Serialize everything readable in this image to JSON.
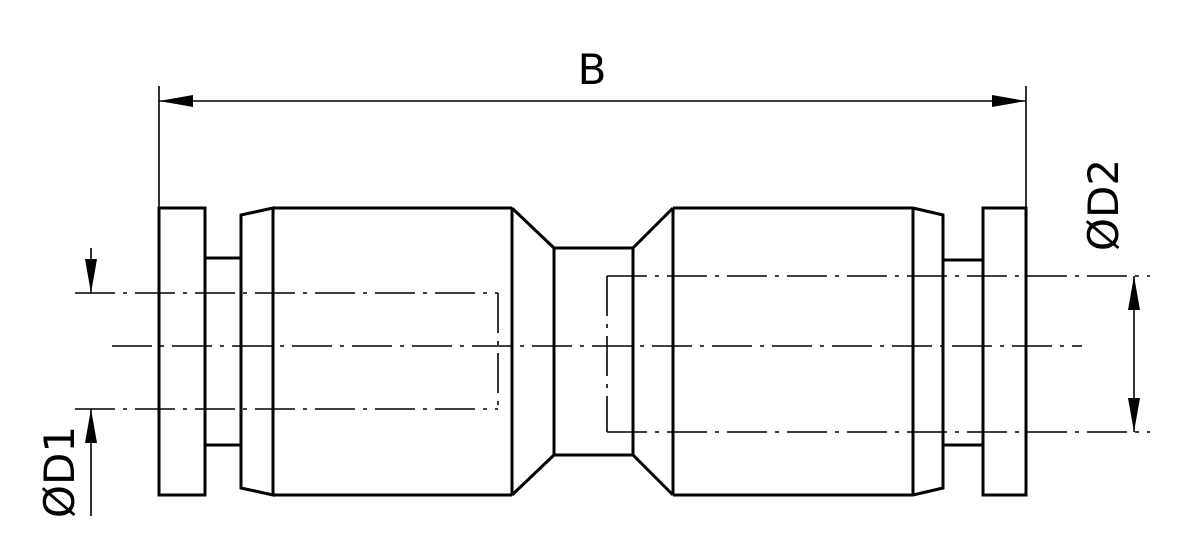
{
  "labels": {
    "length": "B",
    "outlet_diameter": "ØD2",
    "inlet_diameter": "ØD1"
  }
}
